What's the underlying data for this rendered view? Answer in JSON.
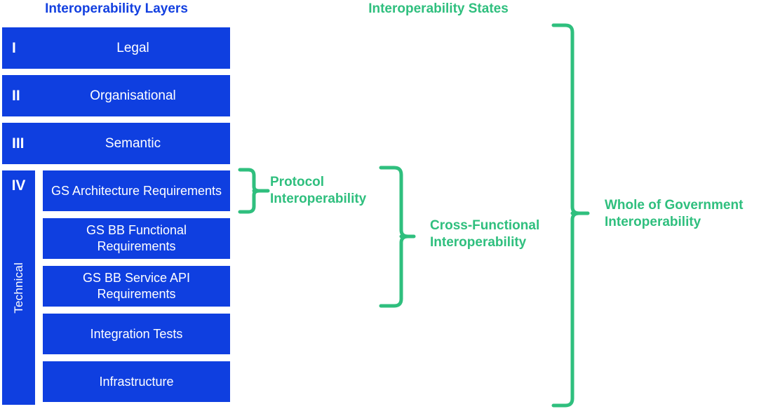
{
  "headings": {
    "left": "Interoperability Layers",
    "right": "Interoperability States"
  },
  "layers": [
    {
      "numeral": "I",
      "label": "Legal"
    },
    {
      "numeral": "II",
      "label": "Organisational"
    },
    {
      "numeral": "III",
      "label": "Semantic"
    }
  ],
  "technical": {
    "numeral": "IV",
    "label": "Technical",
    "items": [
      "GS Architecture Requirements",
      "GS BB Functional Requirements",
      "GS BB Service API Requirements",
      "Integration Tests",
      "Infrastructure"
    ]
  },
  "states": [
    {
      "label": "Protocol\nInteroperability"
    },
    {
      "label": "Cross-Functional\nInteroperability"
    },
    {
      "label": "Whole of Government\nInteroperability"
    }
  ],
  "colors": {
    "blue": "#0f3fe0",
    "green": "#2fbf7e",
    "text_on_blue": "#ffffff",
    "background": "#ffffff"
  }
}
